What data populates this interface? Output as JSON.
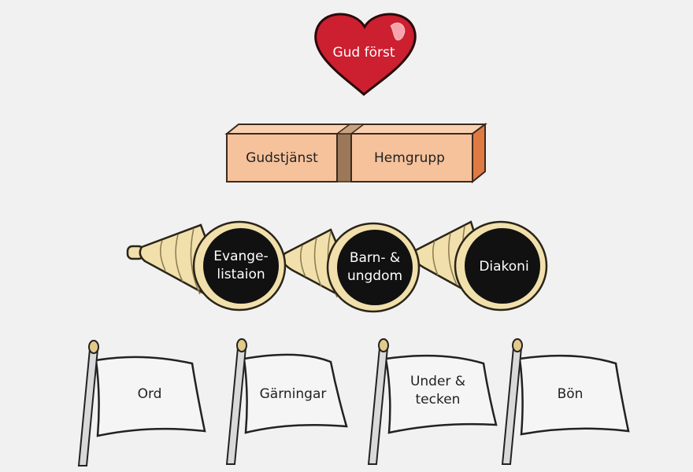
{
  "colors": {
    "background": "#f1f1f1",
    "heart": "#cc1f2f",
    "brick": "#f6c29b",
    "brick_side": "#e07a43",
    "brick_joint": "#9a7858",
    "telescope": "#f1e0ab",
    "lens": "#111111",
    "flag": "#f5f5f5",
    "pole": "#d9d9d9",
    "finial": "#e3c98a"
  },
  "heart": {
    "label": "Gud först",
    "icon": "heart-icon"
  },
  "bricks": [
    {
      "label": "Gudstjänst",
      "icon": "brick-icon"
    },
    {
      "label": "Hemgrupp",
      "icon": "brick-icon"
    }
  ],
  "telescopes": [
    {
      "line1": "Evange-",
      "line2": "listaion",
      "icon": "telescope-icon"
    },
    {
      "line1": "Barn- &",
      "line2": "ungdom",
      "icon": "telescope-icon"
    },
    {
      "line1": "Diakoni",
      "line2": "",
      "icon": "telescope-icon"
    }
  ],
  "flags": [
    {
      "line1": "Ord",
      "line2": "",
      "icon": "flag-icon"
    },
    {
      "line1": "Gärningar",
      "line2": "",
      "icon": "flag-icon"
    },
    {
      "line1": "Under &",
      "line2": "tecken",
      "icon": "flag-icon"
    },
    {
      "line1": "Bön",
      "line2": "",
      "icon": "flag-icon"
    }
  ]
}
